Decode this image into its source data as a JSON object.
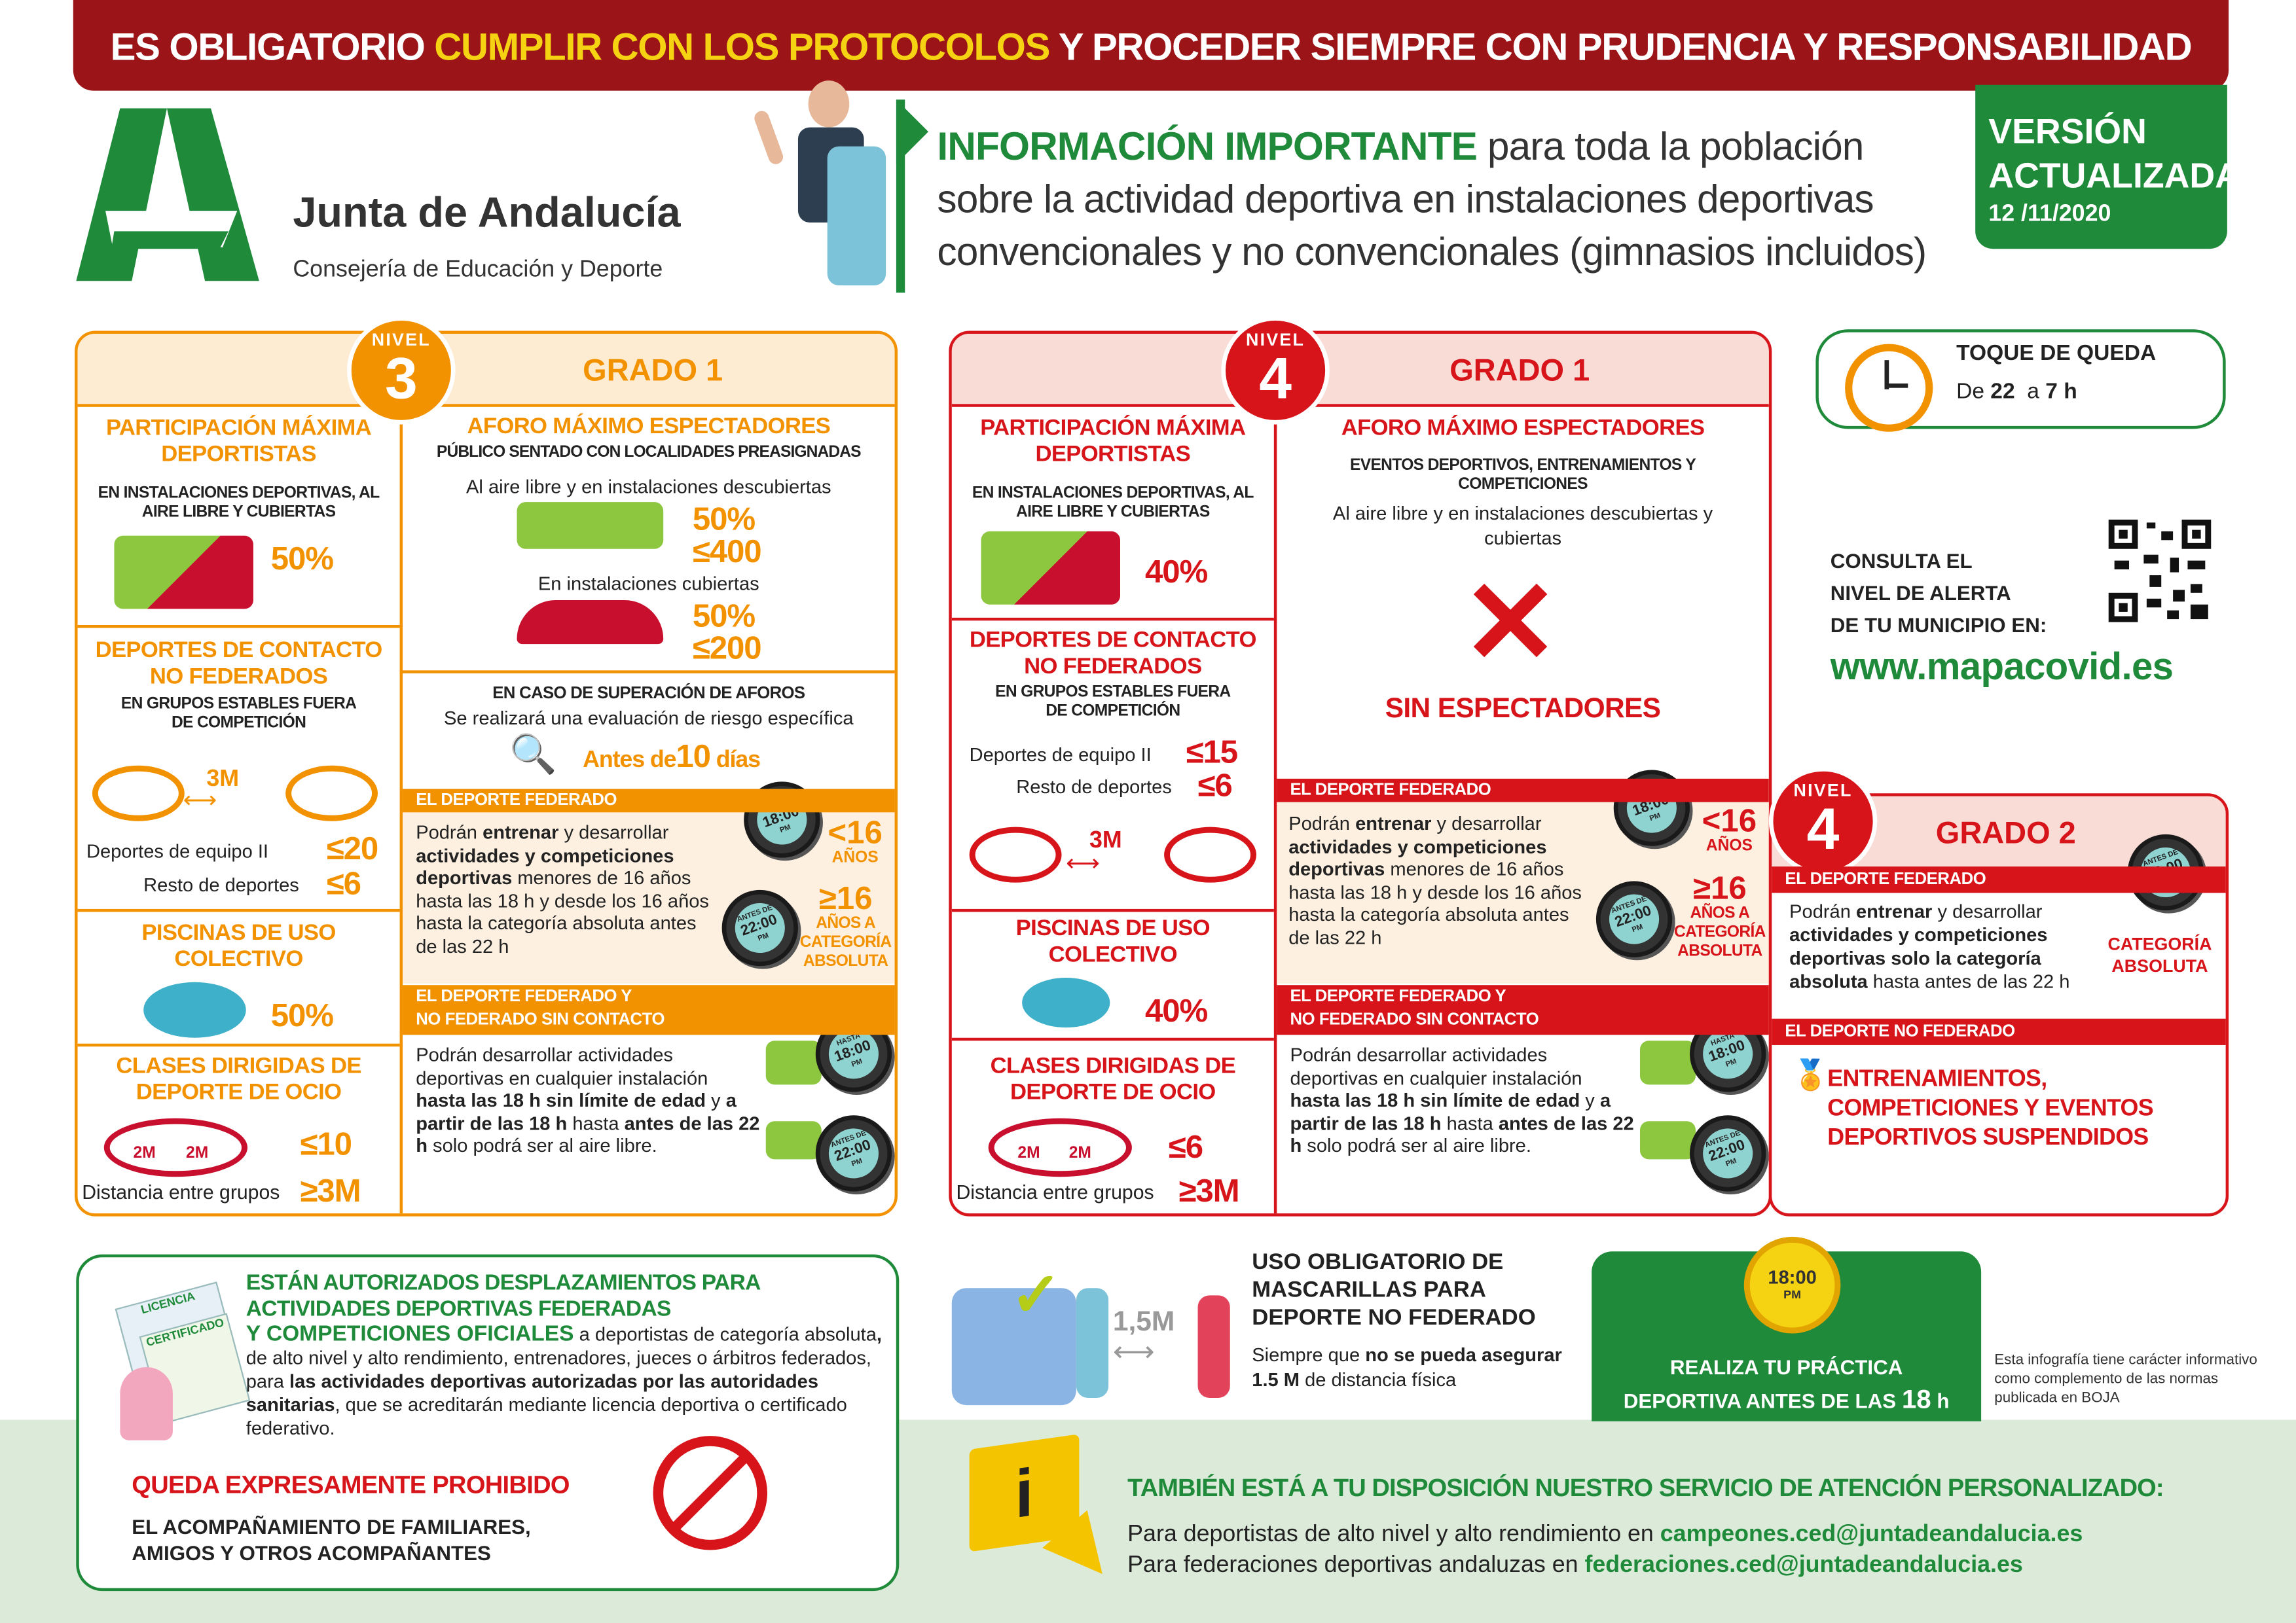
{
  "banner": {
    "part1": "ES OBLIGATORIO ",
    "highlight": "CUMPLIR CON LOS PROTOCOLOS",
    "part2": " Y PROCEDER SIEMPRE CON PRUDENCIA Y RESPONSABILIDAD"
  },
  "brand": {
    "name": "Junta de Andalucía",
    "department": "Consejería de Educación y Deporte"
  },
  "headline": {
    "bold": "INFORMACIÓN IMPORTANTE",
    "line1": " para toda la población",
    "line2": "sobre la actividad deportiva en instalaciones deportivas",
    "line3": "convencionales y no convencionales (gimnasios incluidos)"
  },
  "version": {
    "line1": "VERSIÓN",
    "line2": "ACTUALIZADA",
    "date": "12 /11/2020"
  },
  "colors": {
    "banner": "#9b1418",
    "highlight": "#f5d312",
    "green": "#1e8a3a",
    "orange": "#f39200",
    "red": "#d7141a"
  },
  "clock": {
    "hasta": "HASTA",
    "antes": "ANTES DE",
    "t18": "18:00",
    "t22": "22:00",
    "pm": "PM"
  },
  "n3": {
    "nivel_label": "NIVEL",
    "nivel": "3",
    "grado": "GRADO 1",
    "participacion": {
      "title": "PARTICIPACIÓN MÁXIMA DEPORTISTAS",
      "sub": "EN INSTALACIONES DEPORTIVAS, AL AIRE LIBRE Y CUBIERTAS",
      "value": "50%"
    },
    "contacto": {
      "title": "DEPORTES DE CONTACTO NO FEDERADOS",
      "sub": "EN GRUPOS ESTABLES FUERA DE COMPETICIÓN",
      "distance": "3M",
      "equipo_label": "Deportes de equipo II",
      "equipo_value": "≤20",
      "resto_label": "Resto de deportes",
      "resto_value": "≤6"
    },
    "piscinas": {
      "title": "PISCINAS DE USO COLECTIVO",
      "value": "50%"
    },
    "clases": {
      "title": "CLASES DIRIGIDAS DE DEPORTE DE OCIO",
      "gap": "2M",
      "value": "≤10",
      "dist_label": "Distancia entre grupos",
      "dist_value": "≥3M"
    },
    "aforo": {
      "title": "AFORO MÁXIMO ESPECTADORES",
      "sub": "PÚBLICO SENTADO CON LOCALIDADES PREASIGNADAS",
      "outdoor_label": "Al aire libre y en instalaciones descubiertas",
      "outdoor_pct": "50%",
      "outdoor_max": "≤400",
      "indoor_label": "En instalaciones cubiertas",
      "indoor_pct": "50%",
      "indoor_max": "≤200"
    },
    "superacion": {
      "title": "EN CASO DE SUPERACIÓN DE AFOROS",
      "text": "Se realizará una evaluación de riesgo específica",
      "pre": "Antes de",
      "days": "10",
      "post": " días"
    },
    "federado": {
      "bar": "EL DEPORTE FEDERADO",
      "under": "<16",
      "under_label": "AÑOS",
      "over": "≥16",
      "over_label": "AÑOS A CATEGORÍA ABSOLUTA",
      "text": [
        {
          "text": "Podrán ",
          "bold": false
        },
        {
          "text": "entrenar",
          "bold": true
        },
        {
          "text": " y desarrollar ",
          "bold": false
        },
        {
          "text": "actividades y competiciones deportivas",
          "bold": true
        },
        {
          "text": " menores de 16 años hasta las 18 h y desde los 16 años hasta la categoría absoluta antes de las 22 h",
          "bold": false
        }
      ]
    },
    "sin_contacto": {
      "bar1": "EL DEPORTE FEDERADO Y",
      "bar2": "NO FEDERADO SIN CONTACTO",
      "text": [
        {
          "text": "Podrán desarrollar actividades deportivas en cualquier instalación ",
          "bold": false
        },
        {
          "text": "hasta las 18 h sin límite de edad",
          "bold": true
        },
        {
          "text": " y ",
          "bold": false
        },
        {
          "text": "a partir de las 18 h",
          "bold": true
        },
        {
          "text": " hasta ",
          "bold": false
        },
        {
          "text": "antes de las 22 h",
          "bold": true
        },
        {
          "text": " solo podrá ser al aire libre.",
          "bold": false
        }
      ]
    }
  },
  "n4": {
    "nivel_label": "NIVEL",
    "nivel": "4",
    "grado": "GRADO 1",
    "participacion": {
      "title": "PARTICIPACIÓN MÁXIMA DEPORTISTAS",
      "sub": "EN INSTALACIONES DEPORTIVAS, AL AIRE LIBRE Y CUBIERTAS",
      "value": "40%"
    },
    "contacto": {
      "title": "DEPORTES DE CONTACTO NO FEDERADOS",
      "sub": "EN GRUPOS ESTABLES FUERA DE COMPETICIÓN",
      "distance": "3M",
      "equipo_label": "Deportes de equipo II",
      "equipo_value": "≤15",
      "resto_label": "Resto de deportes",
      "resto_value": "≤6"
    },
    "piscinas": {
      "title": "PISCINAS DE USO COLECTIVO",
      "value": "40%"
    },
    "clases": {
      "title": "CLASES DIRIGIDAS DE DEPORTE DE OCIO",
      "gap": "2M",
      "value": "≤6",
      "dist_label": "Distancia entre grupos",
      "dist_value": "≥3M"
    },
    "aforo": {
      "title": "AFORO MÁXIMO ESPECTADORES",
      "sub": "EVENTOS DEPORTIVOS, ENTRENAMIENTOS Y COMPETICIONES",
      "text": "Al aire libre y en instalaciones descubiertas y cubiertas",
      "result": "SIN ESPECTADORES"
    },
    "federado": {
      "bar": "EL DEPORTE FEDERADO",
      "under": "<16",
      "under_label": "AÑOS",
      "over": "≥16",
      "over_label": "AÑOS A CATEGORÍA ABSOLUTA",
      "text": [
        {
          "text": "Podrán ",
          "bold": false
        },
        {
          "text": "entrenar",
          "bold": true
        },
        {
          "text": " y desarrollar ",
          "bold": false
        },
        {
          "text": "actividades y competiciones deportivas",
          "bold": true
        },
        {
          "text": " menores de 16 años hasta las 18 h y desde los 16 años hasta la categoría absoluta antes de las 22 h",
          "bold": false
        }
      ]
    },
    "sin_contacto": {
      "bar1": "EL DEPORTE FEDERADO Y",
      "bar2": "NO FEDERADO SIN CONTACTO",
      "text": [
        {
          "text": "Podrán desarrollar actividades deportivas en cualquier instalación ",
          "bold": false
        },
        {
          "text": "hasta las 18 h sin límite de edad",
          "bold": true
        },
        {
          "text": " y ",
          "bold": false
        },
        {
          "text": "a partir de las 18 h",
          "bold": true
        },
        {
          "text": " hasta ",
          "bold": false
        },
        {
          "text": "antes de las 22 h",
          "bold": true
        },
        {
          "text": " solo podrá ser al aire libre.",
          "bold": false
        }
      ]
    }
  },
  "n4g2": {
    "nivel_label": "NIVEL",
    "nivel": "4",
    "grado": "GRADO 2",
    "federado": {
      "bar": "EL DEPORTE FEDERADO",
      "side": "CATEGORÍA ABSOLUTA",
      "text": [
        {
          "text": "Podrán ",
          "bold": false
        },
        {
          "text": "entrenar",
          "bold": true
        },
        {
          "text": " y desarrollar ",
          "bold": false
        },
        {
          "text": "actividades y competiciones deportivas solo la categoría absoluta",
          "bold": true
        },
        {
          "text": " hasta antes de las 22 h",
          "bold": false
        }
      ]
    },
    "no_federado": {
      "bar": "EL DEPORTE NO FEDERADO",
      "text": "ENTRENAMIENTOS, COMPETICIONES Y EVENTOS DEPORTIVOS SUSPENDIDOS"
    }
  },
  "toque": {
    "title": "TOQUE DE QUEDA",
    "de": "De ",
    "from": "22",
    "a": "  a ",
    "to": "7 h"
  },
  "consulta": {
    "line1": "CONSULTA EL",
    "line2": "NIVEL DE ALERTA",
    "line3": "DE TU MUNICIPIO EN:",
    "url": "www.mapacovid.es"
  },
  "desplazamientos": {
    "title1": "ESTÁN AUTORIZADOS DESPLAZAMIENTOS PARA",
    "title2": "ACTIVIDADES DEPORTIVAS FEDERADAS",
    "title3": "Y COMPETICIONES OFICIALES",
    "text": [
      {
        "text": " a deportistas de categoría absoluta",
        "bold": false
      },
      {
        "text": ",",
        "bold": true
      },
      {
        "text": " de alto nivel y alto rendimiento, entrenadores, jueces o árbitros federados, para ",
        "bold": false
      },
      {
        "text": "las actividades deportivas autorizadas por las autoridades sanitarias",
        "bold": true
      },
      {
        "text": ", que se acreditarán mediante licencia deportiva o certificado federativo.",
        "bold": false
      }
    ],
    "card1": "LICENCIA",
    "card2": "CERTIFICADO",
    "prohibido": "QUEDA EXPRESAMENTE PROHIBIDO",
    "prohibido_text": "EL ACOMPAÑAMIENTO DE FAMILIARES, AMIGOS Y OTROS  ACOMPAÑANTES"
  },
  "mascarilla": {
    "distance": "1,5M",
    "title": "USO OBLIGATORIO DE MASCARILLAS PARA DEPORTE NO FEDERADO",
    "text": [
      {
        "text": "Siempre que ",
        "bold": false
      },
      {
        "text": "no se pueda asegurar 1.5 M",
        "bold": true
      },
      {
        "text": " de distancia física",
        "bold": false
      }
    ]
  },
  "practica": {
    "clock_time": "18:00",
    "clock_pm": "PM",
    "line1": "REALIZA TU PRÁCTICA",
    "line2": "DEPORTIVA ANTES DE LAS ",
    "hour": "18",
    "unit": " h"
  },
  "note": "Esta infografía tiene carácter informativo como complemento de las normas publicada en BOJA",
  "atencion": {
    "title": "TAMBIÉN ESTÁ A TU DISPOSICIÓN NUESTRO SERVICIO DE ATENCIÓN PERSONALIZADO:",
    "line1": "Para deportistas de alto nivel y alto rendimiento en ",
    "email1": "campeones.ced@juntadeandalucia.es",
    "line2": "Para federaciones deportivas andaluzas en ",
    "email2": "federaciones.ced@juntadeandalucia.es"
  }
}
